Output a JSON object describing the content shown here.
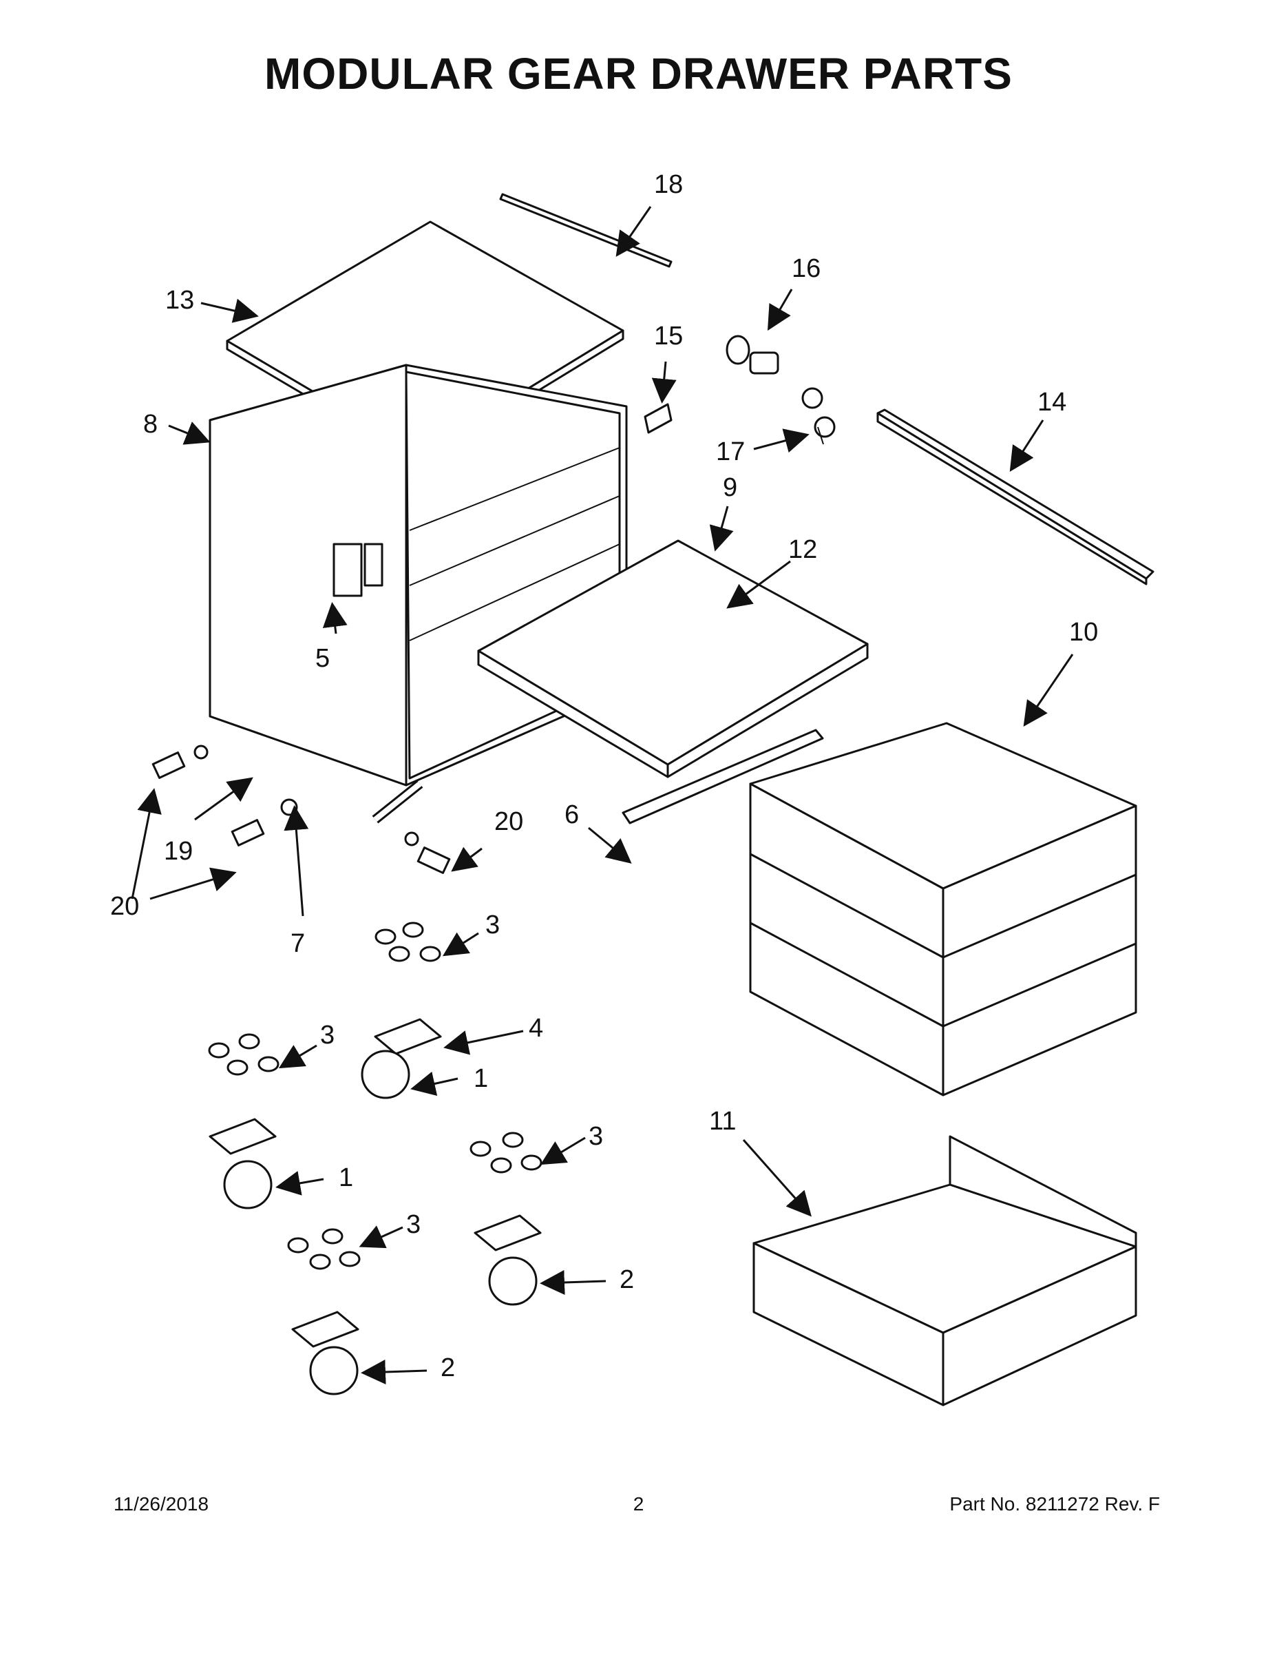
{
  "title": "MODULAR GEAR DRAWER PARTS",
  "callouts": {
    "c1a": "1",
    "c1b": "1",
    "c2a": "2",
    "c2b": "2",
    "c3a": "3",
    "c3b": "3",
    "c3c": "3",
    "c3d": "3",
    "c4": "4",
    "c5": "5",
    "c6": "6",
    "c7": "7",
    "c8": "8",
    "c9": "9",
    "c10": "10",
    "c11": "11",
    "c12": "12",
    "c13": "13",
    "c14": "14",
    "c15": "15",
    "c16": "16",
    "c17": "17",
    "c18": "18",
    "c19": "19",
    "c20a": "20",
    "c20b": "20"
  },
  "footer": {
    "date": "11/26/2018",
    "page": "2",
    "part_number": "Part No.  8211272  Rev.  F"
  }
}
